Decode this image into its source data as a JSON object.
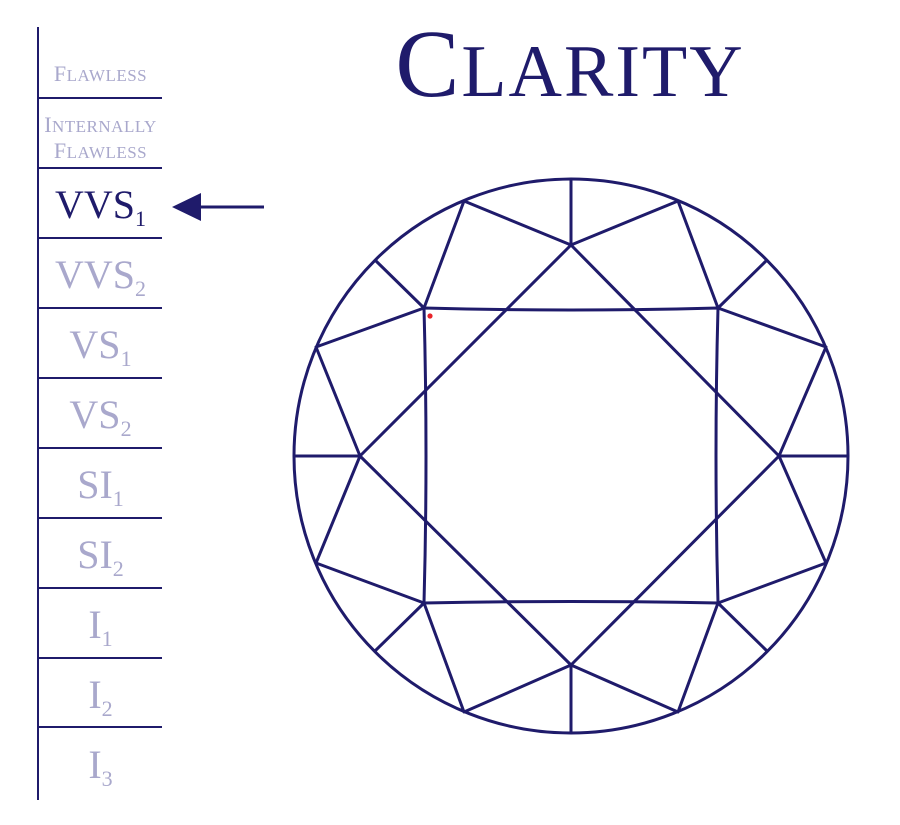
{
  "title": {
    "first_letter": "C",
    "rest": "LARITY"
  },
  "colors": {
    "ink": "#1f1b6b",
    "inactive": "#a9a8cc",
    "inclusion": "#e8242a"
  },
  "scale": {
    "selected_index": 2,
    "grades": [
      {
        "lines": [
          {
            "cap": "F",
            "rest": "LAWLESS"
          }
        ]
      },
      {
        "lines": [
          {
            "cap": "I",
            "rest": "NTERNALLY"
          },
          {
            "cap": "F",
            "rest": "LAWLESS"
          }
        ]
      },
      {
        "main": "VVS",
        "sub": "1"
      },
      {
        "main": "VVS",
        "sub": "2"
      },
      {
        "main": "VS",
        "sub": "1"
      },
      {
        "main": "VS",
        "sub": "2"
      },
      {
        "main": "SI",
        "sub": "1"
      },
      {
        "main": "SI",
        "sub": "2"
      },
      {
        "main": "I",
        "sub": "1"
      },
      {
        "main": "I",
        "sub": "2"
      },
      {
        "main": "I",
        "sub": "3"
      }
    ]
  },
  "pointer": {
    "icon": "arrow-left-icon",
    "points_to": "VVS1"
  },
  "diamond": {
    "view": "top-down round brilliant",
    "inclusion_marks": 1
  }
}
